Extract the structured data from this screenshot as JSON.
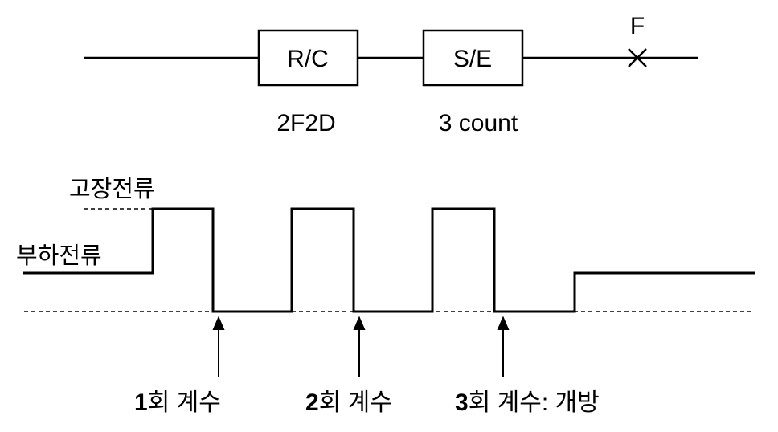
{
  "top_line": {
    "recloser": {
      "box_label": "R/C",
      "setting": "2F2D"
    },
    "sectionalizer": {
      "box_label": "S/E",
      "setting": "3 count"
    },
    "fault_marker": {
      "label": "F",
      "symbol": "×"
    }
  },
  "waveform": {
    "fault_current_label": "고장전류",
    "load_current_label": "부하전류",
    "counts": [
      {
        "number": "1",
        "text": "회 계수"
      },
      {
        "number": "2",
        "text": "회 계수"
      },
      {
        "number": "3",
        "text": "회 계수: 개방"
      }
    ]
  },
  "colors": {
    "line": "#000000",
    "background": "#ffffff"
  }
}
